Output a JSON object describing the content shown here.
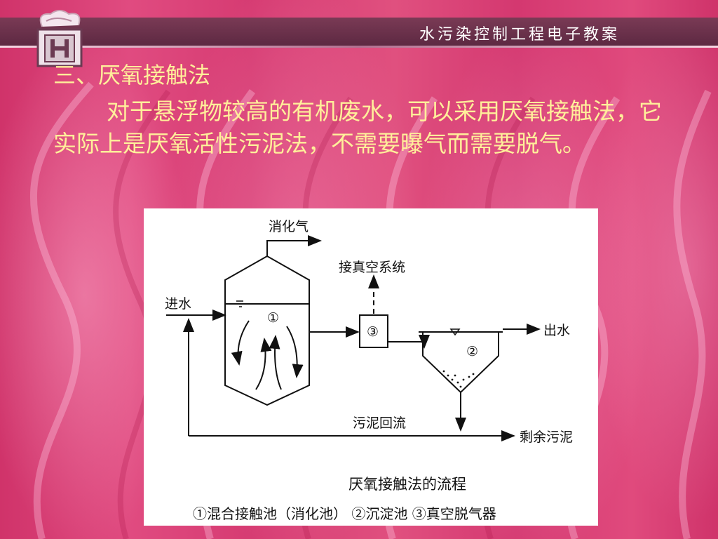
{
  "header": {
    "course_title": "水污染控制工程电子教案"
  },
  "heading": "三、厌氧接触法",
  "paragraph": "对于悬浮物较高的有机废水，可以采用厌氧接触法，它实际上是厌氧活性污泥法，不需要曝气而需要脱气。",
  "diagram": {
    "labels": {
      "gas_out": "消化气",
      "vacuum_system": "接真空系统",
      "influent": "进水",
      "effluent": "出水",
      "sludge_return": "污泥回流",
      "excess_sludge": "剩余污泥",
      "unit1": "①",
      "unit2": "②",
      "unit3": "③"
    },
    "caption_title": "厌氧接触法的流程",
    "caption_legend": "①混合接触池（消化池）  ②沉淀池  ③真空脱气器"
  },
  "colors": {
    "text_highlight": "#ffef9a",
    "background": "#d63b72",
    "header_bar": "#5d2942"
  }
}
